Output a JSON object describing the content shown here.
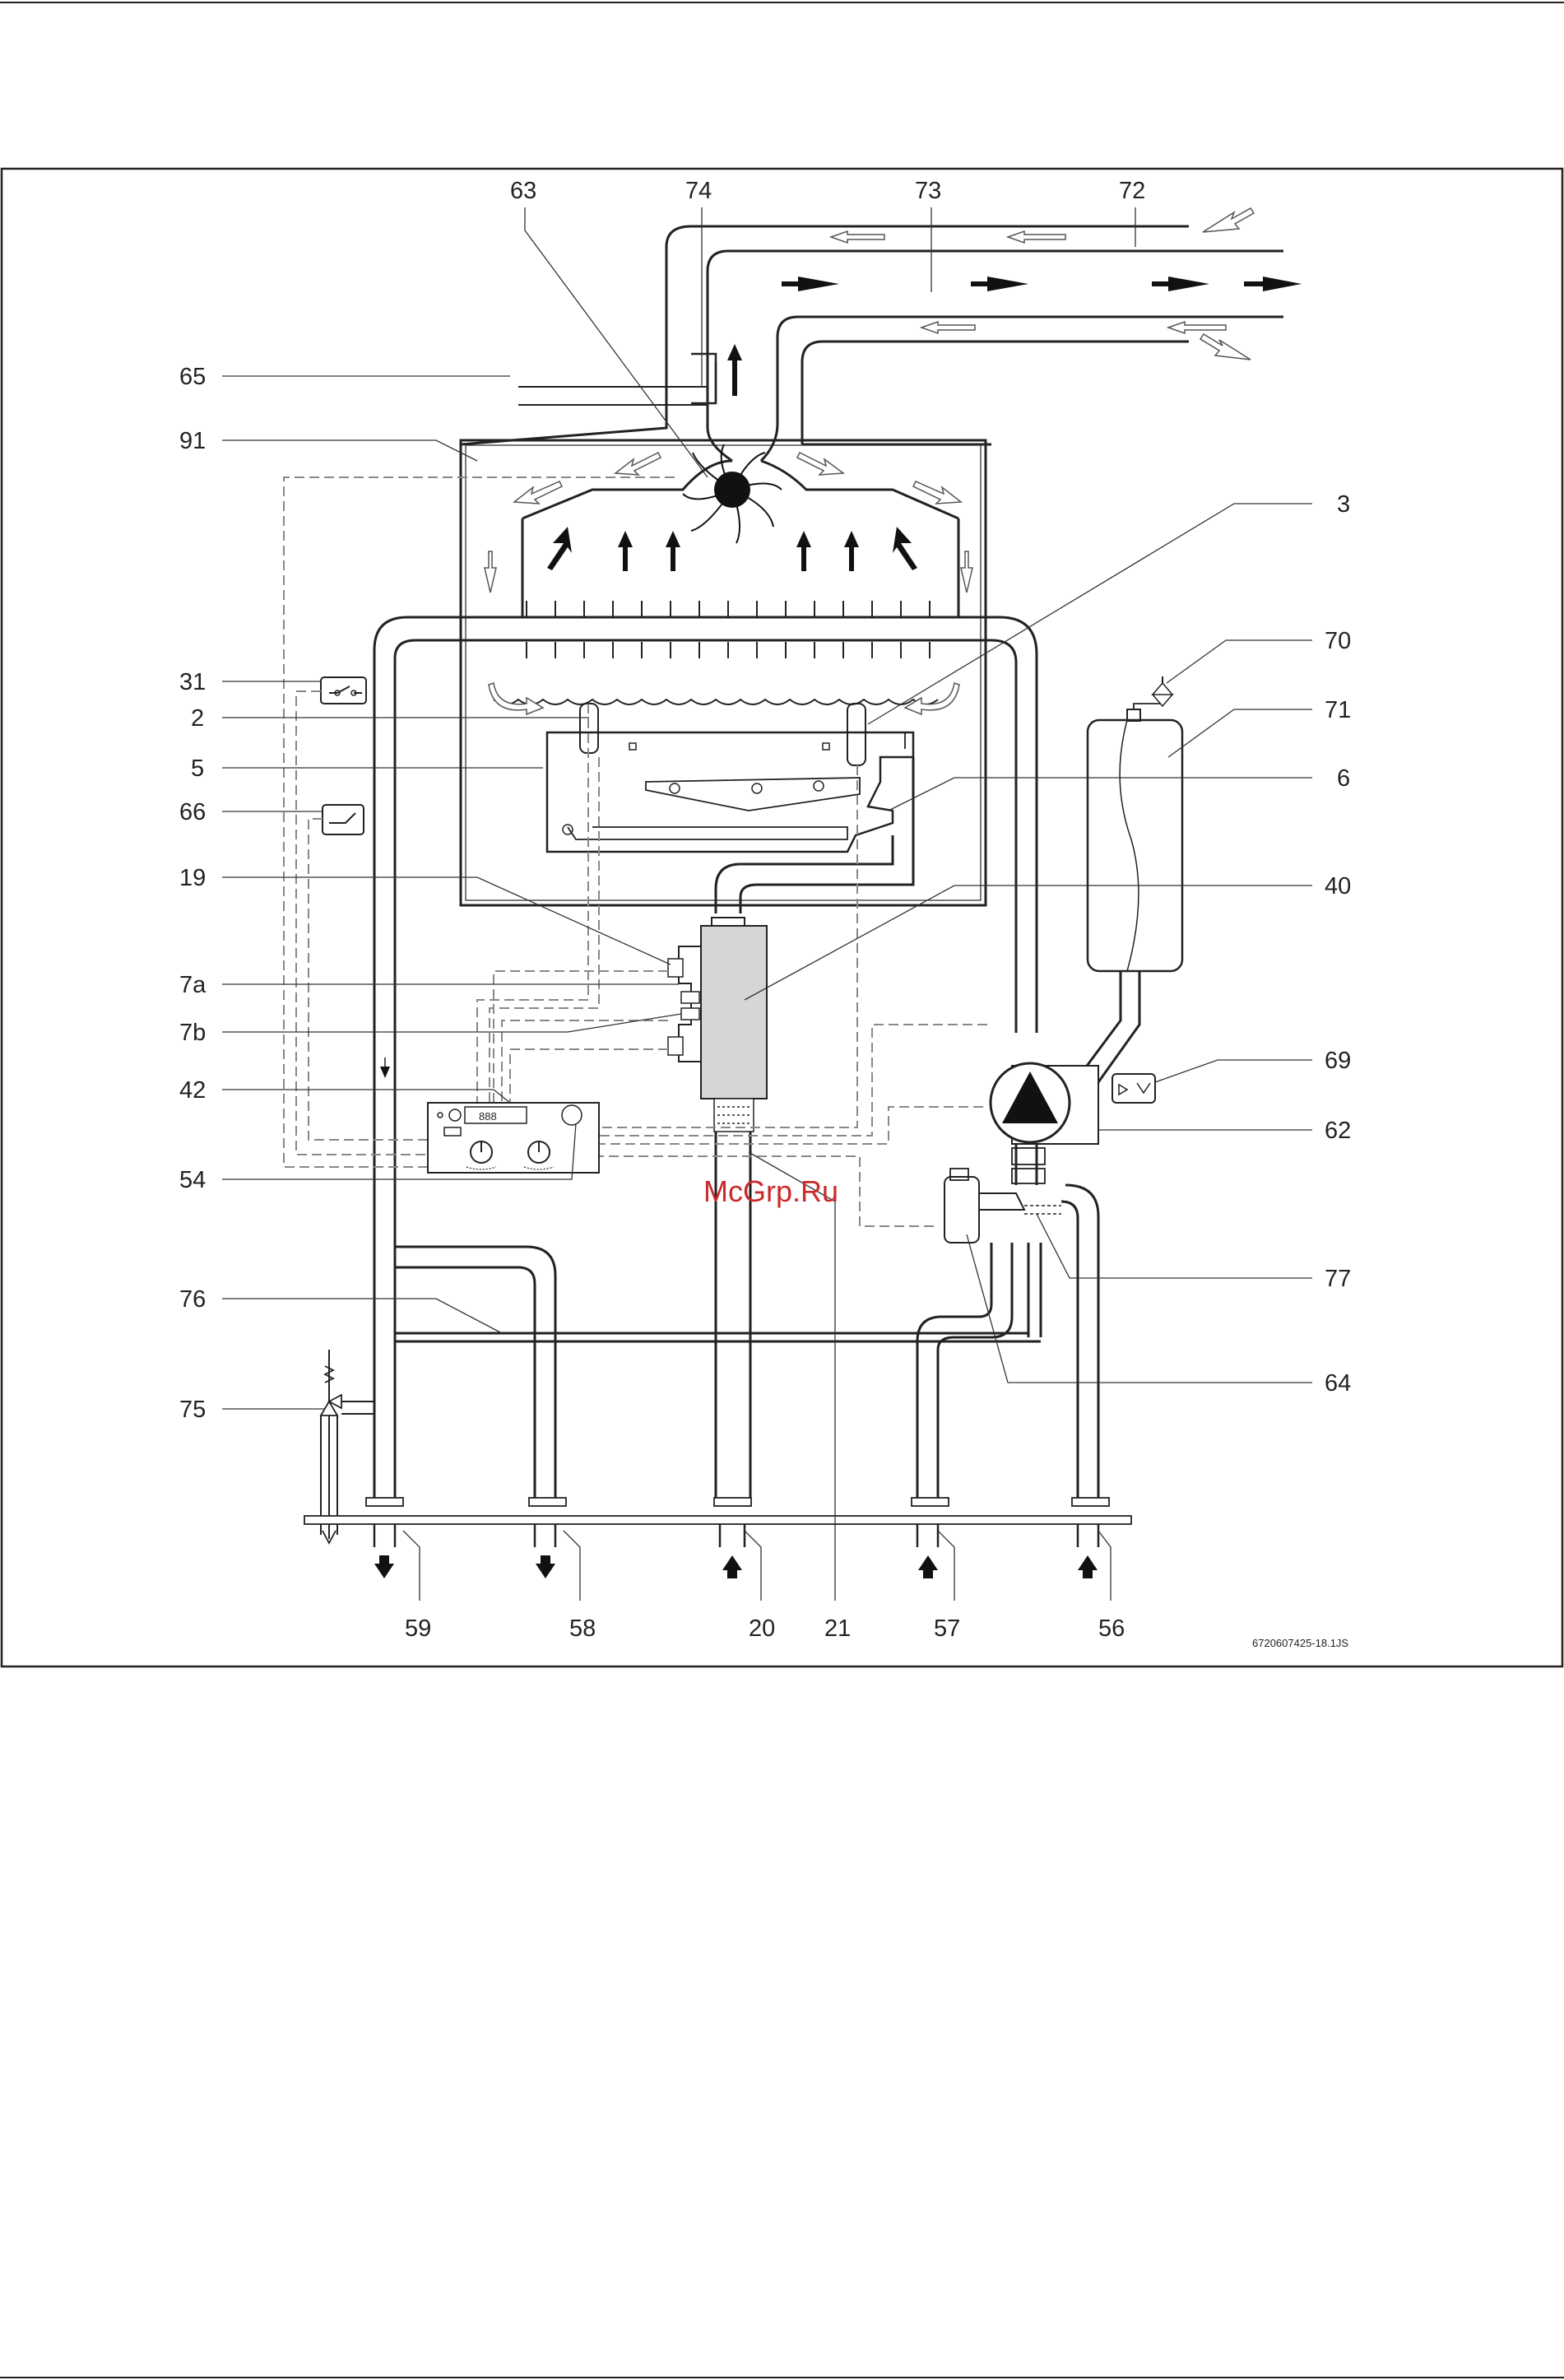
{
  "labels": {
    "l63": "63",
    "l74": "74",
    "l73": "73",
    "l72": "72",
    "l65": "65",
    "l91": "91",
    "l3": "3",
    "l31": "31",
    "l2": "2",
    "l5": "5",
    "l66": "66",
    "l70": "70",
    "l71": "71",
    "l6": "6",
    "l19": "19",
    "l40": "40",
    "l7a": "7a",
    "l7b": "7b",
    "l42": "42",
    "l69": "69",
    "l62": "62",
    "l54": "54",
    "l76": "76",
    "l77": "77",
    "l75": "75",
    "l64": "64",
    "l59": "59",
    "l58": "58",
    "l20": "20",
    "l21": "21",
    "l57": "57",
    "l56": "56"
  },
  "figure_code": "6720607425-18.1JS",
  "watermark": "McGrp.Ru",
  "control_panel": {
    "display_text": "888"
  }
}
